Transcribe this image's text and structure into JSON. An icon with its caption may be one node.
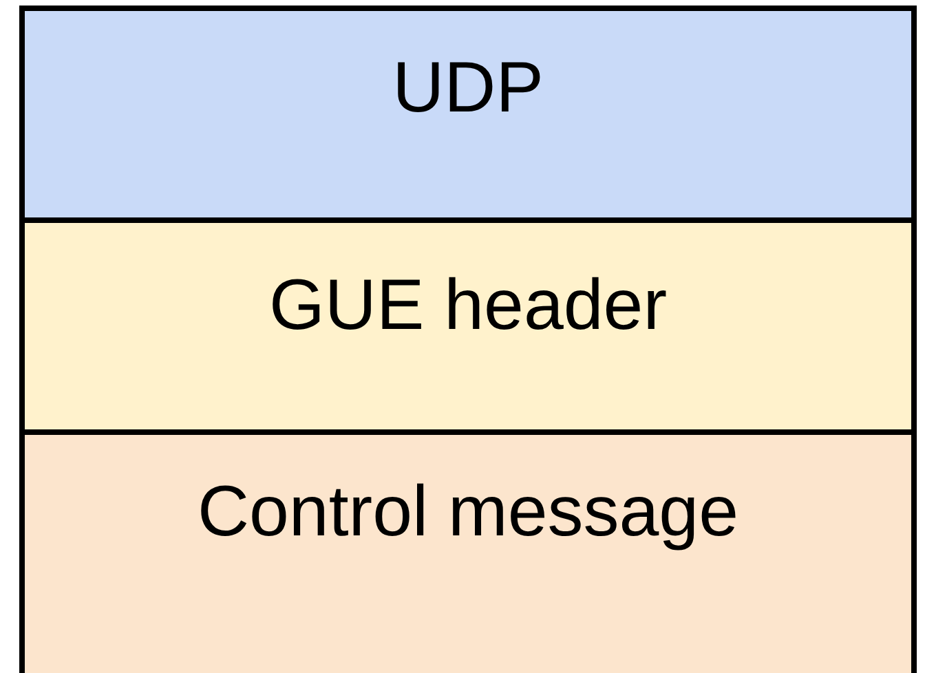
{
  "diagram": {
    "nodes": [
      {
        "text": [
          "UDP"
        ]
      },
      {
        "text": [
          "GUE header"
        ]
      },
      {
        "text": [
          "Control message"
        ]
      }
    ]
  }
}
